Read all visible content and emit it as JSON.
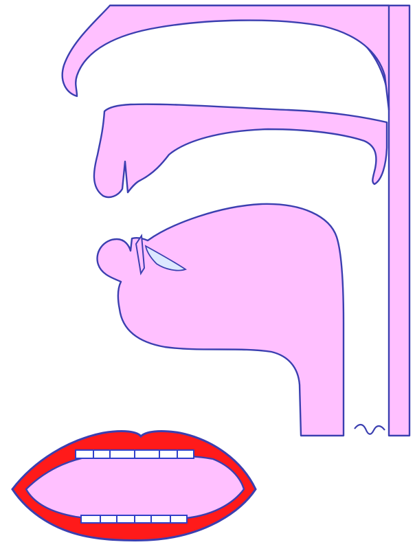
{
  "diagram": {
    "kind": "articulation-cross-section",
    "colors": {
      "tissue_fill": "#ffc0ff",
      "outline": "#3b3fb0",
      "lip_red": "#ff1a1a",
      "tooth_fill": "#ffffff",
      "tooth_outline": "#2f3fc8",
      "background": "#ffffff"
    },
    "parts": [
      "nasal-cavity-roof",
      "upper-jaw-palate",
      "tongue-and-lower-jaw",
      "pharynx-wall",
      "vocal-folds-wave",
      "front-lips-view"
    ]
  }
}
